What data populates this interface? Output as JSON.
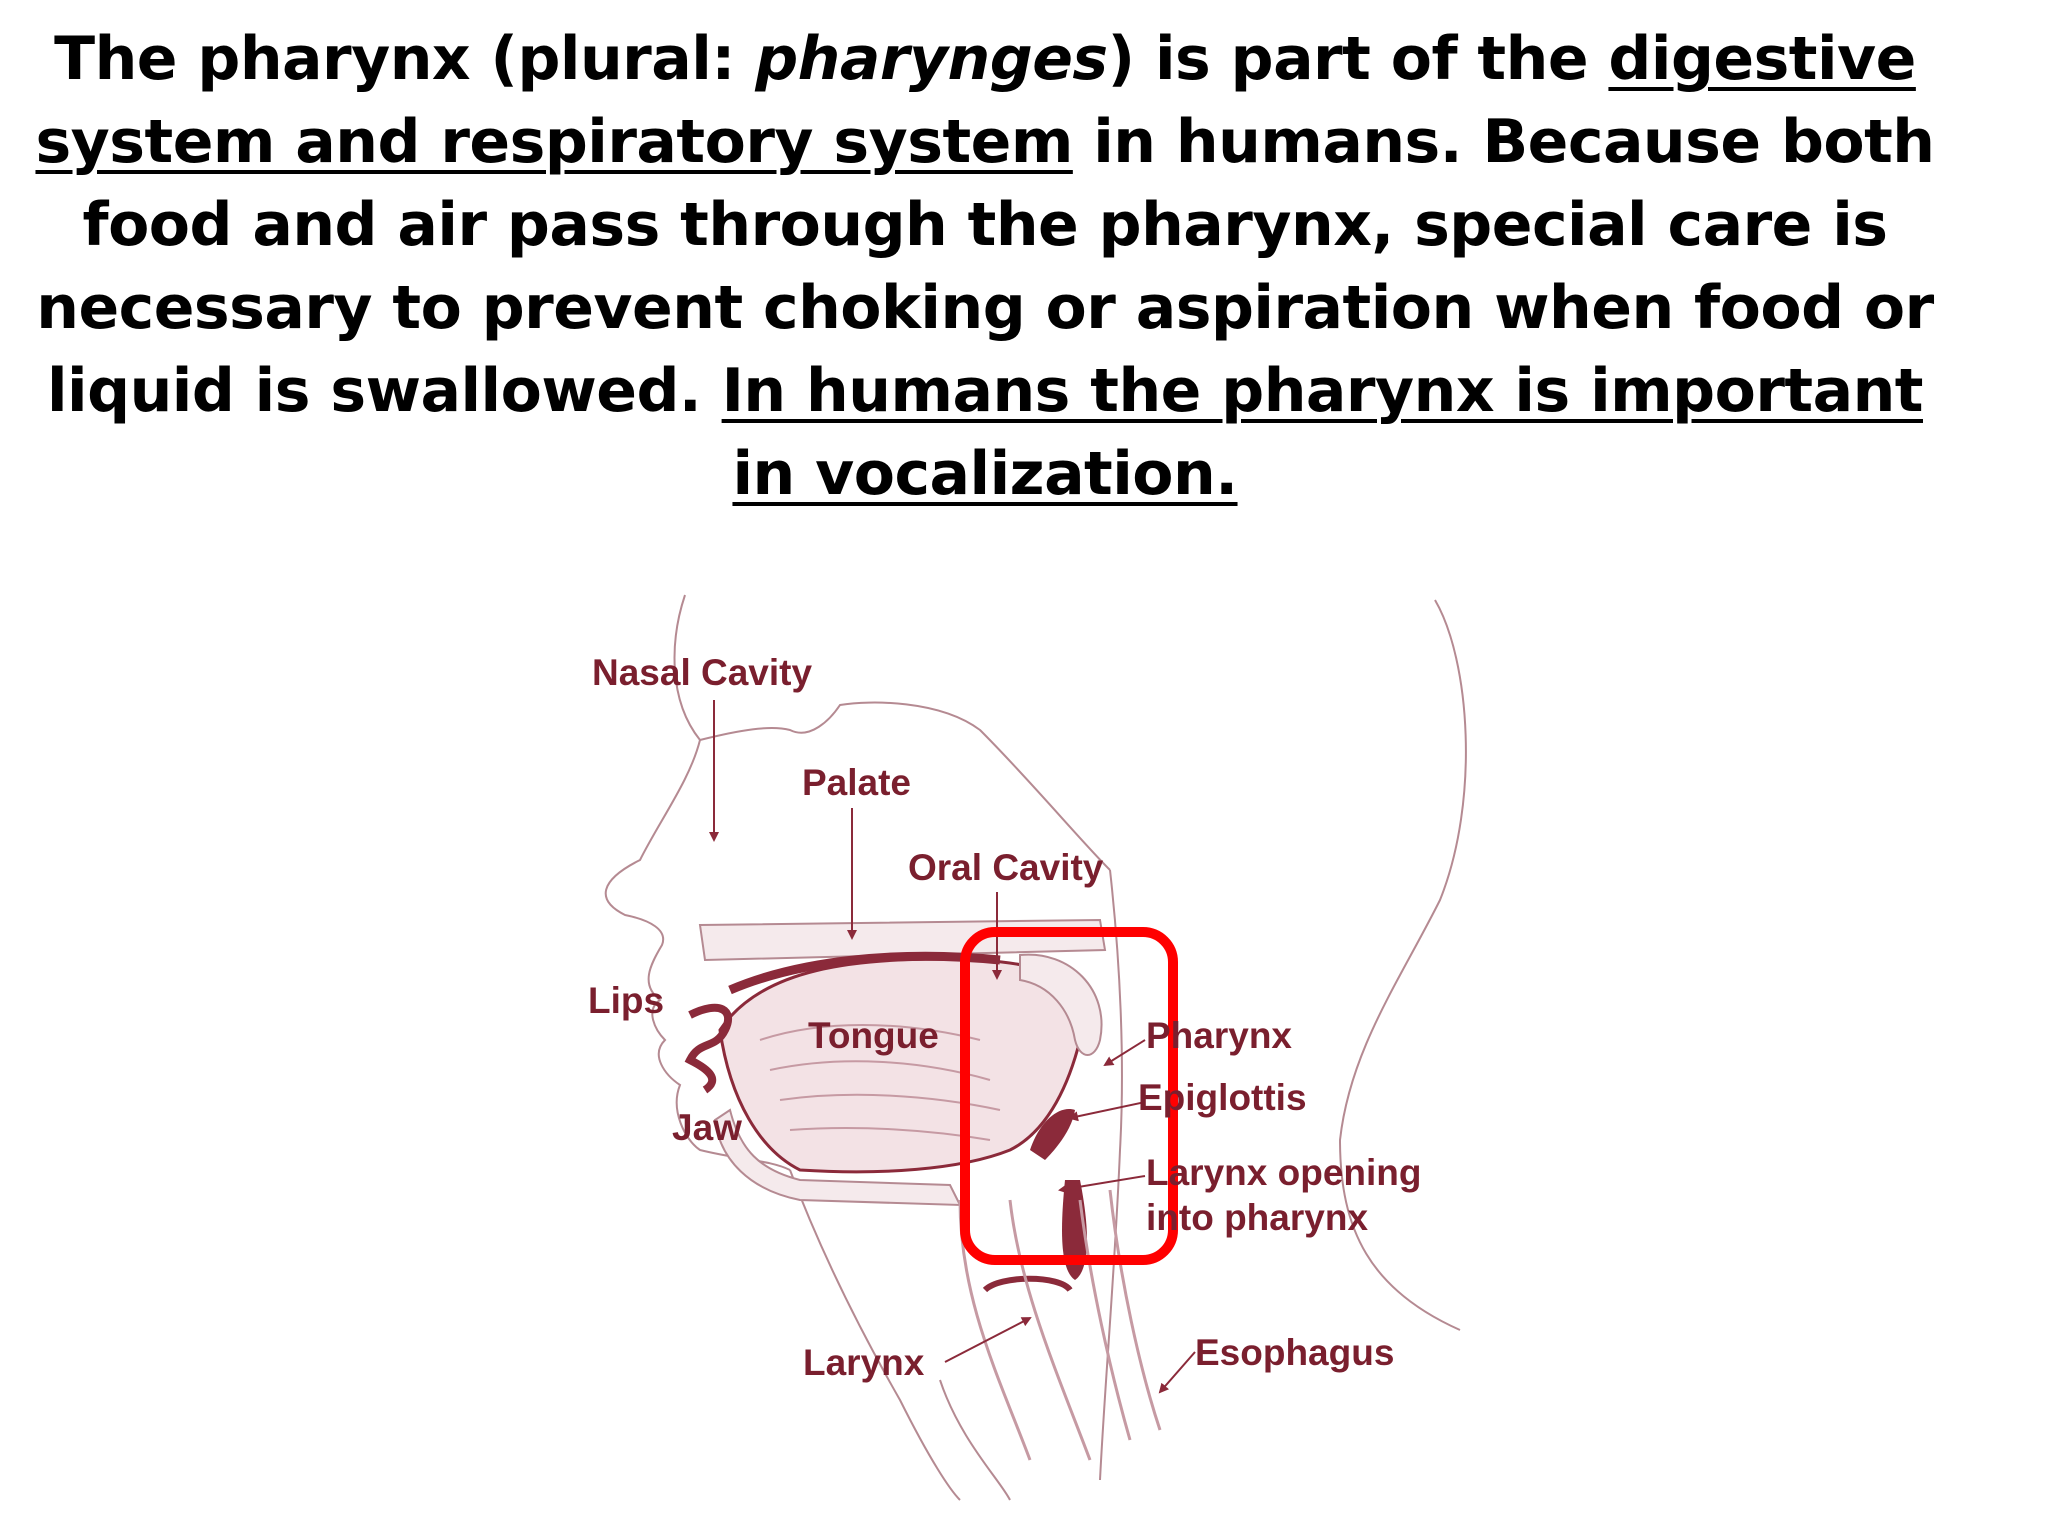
{
  "paragraph": {
    "p1": "The pharynx (plural: ",
    "p2_italic": "pharynges",
    "p3": ") is part of the ",
    "p4_underlined": "digestive system and respiratory system",
    "p5": " in humans. Because both food and air pass through the pharynx, special care is necessary to prevent choking or aspiration when food or liquid is swallowed. ",
    "p6_underlined": "In humans the pharynx is important in vocalization."
  },
  "diagram": {
    "labels": {
      "nasal_cavity": "Nasal Cavity",
      "palate": "Palate",
      "oral_cavity": "Oral Cavity",
      "lips": "Lips",
      "tongue": "Tongue",
      "jaw": "Jaw",
      "pharynx": "Pharynx",
      "epiglottis": "Epiglottis",
      "larynx_opening_1": "Larynx opening",
      "larynx_opening_2": "into pharynx",
      "larynx": "Larynx",
      "esophagus": "Esophagus"
    }
  },
  "colors": {
    "label": "#7a1f2e",
    "anatomy": "#8b2a3a",
    "highlight": "#ff0000"
  }
}
